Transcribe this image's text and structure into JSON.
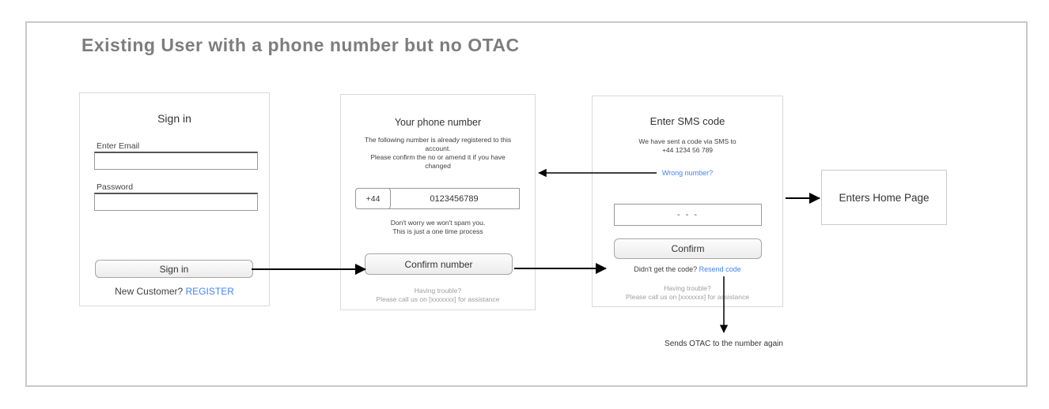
{
  "title": "Existing User with a phone number but no OTAC",
  "signin_panel": {
    "title": "Sign in",
    "email_label": "Enter Email",
    "password_label": "Password",
    "button": "Sign in",
    "footer_text": "New Customer?",
    "footer_link": "REGISTER"
  },
  "phone_panel": {
    "title": "Your phone number",
    "info_line1": "The following number is already registered to this account.",
    "info_line2": "Please confirm the no or amend it if you have changed",
    "country_code": "+44",
    "phone_value": "0123456789",
    "note_line1": "Don't worry we won't spam you.",
    "note_line2": "This is just a one time process",
    "button": "Confirm number",
    "help_line1": "Having trouble?",
    "help_line2": "Please call us on [xxxxxxx] for assistance"
  },
  "sms_panel": {
    "title": "Enter SMS code",
    "info_line1": "We have sent a code via SMS to",
    "info_line2": "+44 1234 56 789",
    "wrong_number_link": "Wrong number?",
    "code_placeholder": "- - -",
    "button": "Confirm",
    "resend_text": "Didn't get the code?",
    "resend_link": "Resend code",
    "help_line1": "Having trouble?",
    "help_line2": "Please call us on [xxxxxxx] for assistance"
  },
  "home_box": {
    "label": "Enters Home Page"
  },
  "annotations": {
    "resend_note": "Sends OTAC to the number again"
  },
  "colors": {
    "link_blue": "#4285f4",
    "title_gray": "#7d7d7d",
    "arrow_black": "#000000"
  }
}
